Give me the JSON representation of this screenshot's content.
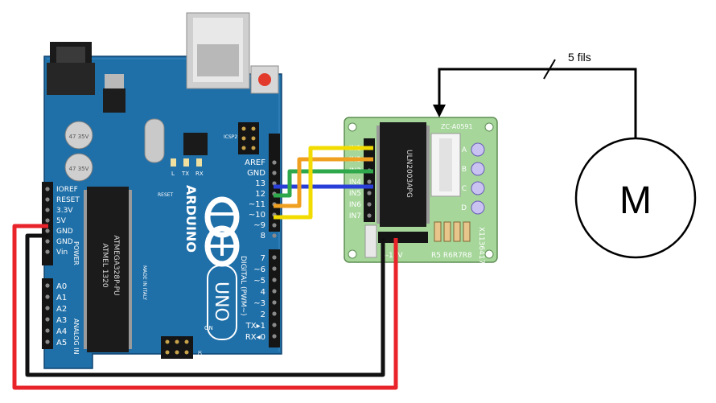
{
  "arduino": {
    "brand": "ARDUINO",
    "model": "UNO",
    "chip_brand": "ATMEL 1320",
    "chip_part": "ATMEGA328P-PU",
    "power_pins": [
      "IOREF",
      "RESET",
      "3.3V",
      "5V",
      "GND",
      "GND",
      "Vin"
    ],
    "power_label": "POWER",
    "analog_pins": [
      "A0",
      "A1",
      "A2",
      "A3",
      "A4",
      "A5"
    ],
    "analog_label": "ANALOG IN",
    "top_pins": [
      "AREF",
      "GND",
      "13",
      "12",
      "~11",
      "~10",
      "~9",
      "8"
    ],
    "bottom_pins": [
      "7",
      "~6",
      "~5",
      "4",
      "~3",
      "2",
      "TX▸1",
      "RX◂0"
    ],
    "digital_label": "DIGITAL (PWM~)",
    "icsp_label": "ICSP",
    "reset_label": "RESET",
    "on_label": "ON",
    "l_label": "L",
    "tx_label": "TX",
    "rx_label": "RX",
    "made_label": "MADE IN ITALY",
    "icsp2_label": "ICSP2",
    "cap1_label": "47 35V",
    "cap2_label": "47 35V"
  },
  "driver": {
    "board_id": "ZC-A0591",
    "chip_text": "ULN2003APG",
    "inputs": [
      "IN1",
      "IN2",
      "IN3",
      "IN4",
      "IN5",
      "IN6",
      "IN7"
    ],
    "leds": [
      "A",
      "B",
      "C",
      "D"
    ],
    "resistors": "R5 R6R7R8",
    "power": "5-12V",
    "side_text": "X1136417"
  },
  "motor": {
    "label": "M"
  },
  "cable": {
    "label": "5 fils"
  },
  "colors": {
    "wire_red": "#e8232a",
    "wire_black": "#111111",
    "wire_yellow": "#f2dc00",
    "wire_orange": "#f0a020",
    "wire_green": "#2ea84a",
    "wire_blue": "#2a3fd8",
    "arduino_board": "#1f6fa8",
    "driver_board": "#a6d69a"
  }
}
